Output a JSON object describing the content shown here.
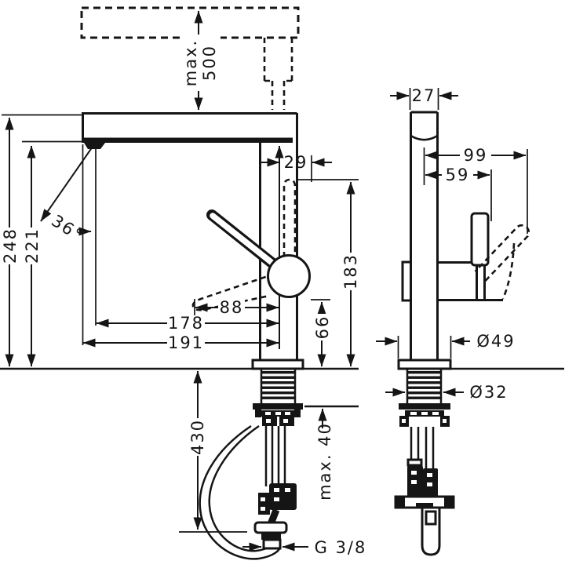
{
  "drawing": {
    "type": "faucet installation technical drawing, two orthographic views with dimensions (mm)",
    "colors": {
      "line": "#151515",
      "background": "#ffffff"
    },
    "front_view": {
      "max_spout_height_prefix": "max.",
      "max_spout_height_value": "500",
      "overall_height": "248",
      "spout_underside_height": "221",
      "swivel_angle": "36°",
      "handle_offset": "29",
      "handle_top_height": "183",
      "handle_length": "88",
      "aerator_reach": "178",
      "spout_reach": "191",
      "body_to_surface": "66",
      "hose_length": "430",
      "max_counter_thickness": "max. 40",
      "thread_size": "G 3/8"
    },
    "side_view": {
      "body_depth": "27",
      "handle_tip_reach": "99",
      "handle_rod_offset": "59",
      "base_diameter": "Ø49",
      "shank_diameter": "Ø32"
    }
  }
}
